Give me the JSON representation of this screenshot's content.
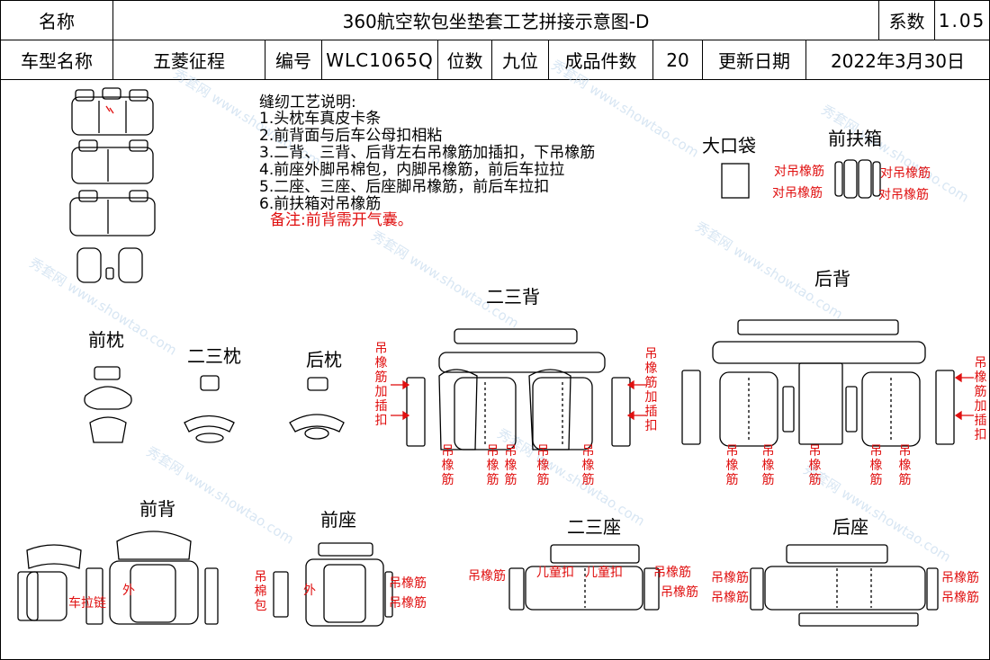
{
  "header": {
    "name_label": "名称",
    "title": "360航空软包坐垫套工艺拼接示意图-D",
    "coef_label": "系数",
    "coef_value": "1.05",
    "model_label": "车型名称",
    "model_value": "五菱征程",
    "code_label": "编号",
    "code_value": "WLC1065Q",
    "seats_label": "位数",
    "seats_value": "九位",
    "pieces_label": "成品件数",
    "pieces_value": "20",
    "date_label": "更新日期",
    "date_value": "2022年3月30日"
  },
  "notes": {
    "title": "缝纫工艺说明:",
    "lines": [
      "1.头枕车真皮卡条",
      "2.前背面与后车公母扣相粘",
      "3.二背、三背、后背左右吊橡筋加插扣，下吊橡筋",
      "4.前座外脚吊棉包，内脚吊橡筋，前后车拉拉",
      "5.二座、三座、后座脚吊橡筋，前后车拉扣",
      "6.前扶箱对吊橡筋"
    ],
    "remark": "备注:前背需开气囊。"
  },
  "sections": {
    "pocket": "大口袋",
    "armrest": "前扶箱",
    "front_headrest": "前枕",
    "second_third_headrest": "二三枕",
    "rear_headrest": "后枕",
    "second_third_back": "二三背",
    "rear_back": "后背",
    "front_back": "前背",
    "front_seat": "前座",
    "second_third_seat": "二三座",
    "rear_seat": "后座"
  },
  "annotations": {
    "dui_rubber": "对吊橡筋",
    "rubber": "吊橡筋",
    "rubber_insert": "吊橡筋加插扣",
    "cotton": "吊棉包",
    "zipper": "车拉链",
    "outer": "外",
    "child_buckle": "儿童扣",
    "red_accent": "#e01010"
  },
  "watermark": "秀套网 www.showtao.com"
}
